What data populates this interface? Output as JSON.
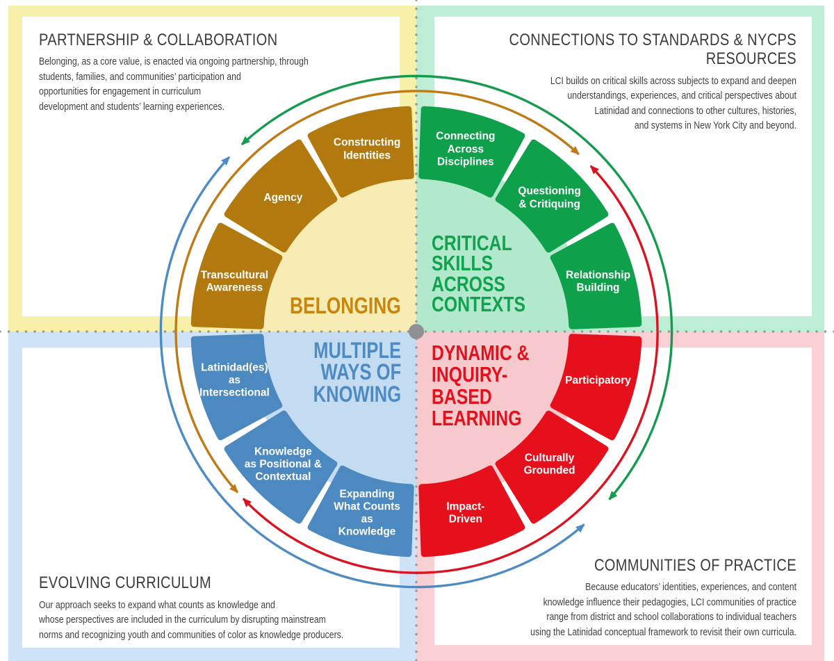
{
  "panels": {
    "top_left": {
      "title": "PARTNERSHIP & COLLABORATION",
      "body": "Belonging, as a core value, is enacted via ongoing partnership, through\nstudents, families, and communities’ participation and\nopportunities for engagement in curriculum\ndevelopment and students’ learning experiences."
    },
    "top_right": {
      "title": "CONNECTIONS TO STANDARDS & NYCPS RESOURCES",
      "body": "LCI builds on critical skills across subjects to expand and deepen\nunderstandings, experiences, and critical perspectives about\nLatinidad and connections to other cultures, histories,\nand systems in New York City and beyond."
    },
    "bottom_left": {
      "title": "EVOLVING CURRICULUM",
      "body": "Our approach seeks to expand what counts as knowledge and\nwhose perspectives are included in the curriculum by disrupting mainstream\nnorms and recognizing youth and communities of color as knowledge producers."
    },
    "bottom_right": {
      "title": "COMMUNITIES OF PRACTICE",
      "body": "Because educators’ identities, experiences, and content\nknowledge influence their pedagogies, LCI communities of practice\nrange from district and school collaborations to individual teachers\nusing the Latinidad conceptual framework to revisit their own curricula."
    }
  },
  "wheel": {
    "quadrants": [
      {
        "key": "skills",
        "position": "top-right",
        "title": "CRITICAL\nSKILLS\nACROSS\nCONTEXTS",
        "title_color": "#12A24F",
        "start_angle": 0,
        "petal_color": "#0FA04C",
        "disc_color": "#B2E8CB",
        "segments": [
          "Relationship\nBuilding",
          "Questioning\n& Critiquing",
          "Connecting\nAcross\nDisciplines"
        ]
      },
      {
        "key": "belonging",
        "position": "top-left",
        "title": "BELONGING",
        "title_color": "#C8860E",
        "start_angle": 90,
        "petal_color": "#B1790E",
        "disc_color": "#F6ECB4",
        "segments": [
          "Constructing\nIdentities",
          "Agency",
          "Transcultural\nAwareness"
        ]
      },
      {
        "key": "knowing",
        "position": "bottom-left",
        "title": "MULTIPLE\nWAYS OF\nKNOWING",
        "title_color": "#4E8BC4",
        "start_angle": 180,
        "petal_color": "#4D89C1",
        "disc_color": "#C4DCF2",
        "segments": [
          "Latinidad(es)\nas\nIntersectional",
          "Knowledge\nas Positional &\nContextual",
          "Expanding\nWhat Counts\nas\nKnowledge"
        ]
      },
      {
        "key": "dynamic",
        "position": "bottom-right",
        "title": "DYNAMIC &\nINQUIRY-\nBASED\nLEARNING",
        "title_color": "#E5101B",
        "start_angle": 270,
        "petal_color": "#E5101B",
        "disc_color": "#F7C8CC",
        "segments": [
          "Impact-\nDriven",
          "Culturally\nGrounded",
          "Participatory"
        ]
      }
    ],
    "arcs": [
      {
        "name": "green-arc",
        "color": "#149B4D",
        "radius": 368,
        "from": -41,
        "to": 133
      },
      {
        "name": "blue-arc",
        "color": "#4E8BC4",
        "radius": 368,
        "from": 137,
        "to": 311
      },
      {
        "name": "gold-arc",
        "color": "#BE7A16",
        "radius": 346,
        "from": 47.5,
        "to": 222
      },
      {
        "name": "red-arc",
        "color": "#DC1220",
        "radius": 346,
        "from": -136,
        "to": 43.5
      }
    ]
  },
  "colors": {
    "bg_top_left": "#F6F0A8",
    "bg_top_right": "#BEEDD6",
    "bg_bottom_left": "#CEE3F7",
    "bg_bottom_right": "#F8D0D4",
    "panel": "#FFFFFF",
    "dotted_line": "#98999B",
    "center_dot": "#8E9094",
    "petal_text": "#FFFFFF",
    "panel_title_text": "#3B3B3B",
    "panel_body_text": "#404041"
  }
}
